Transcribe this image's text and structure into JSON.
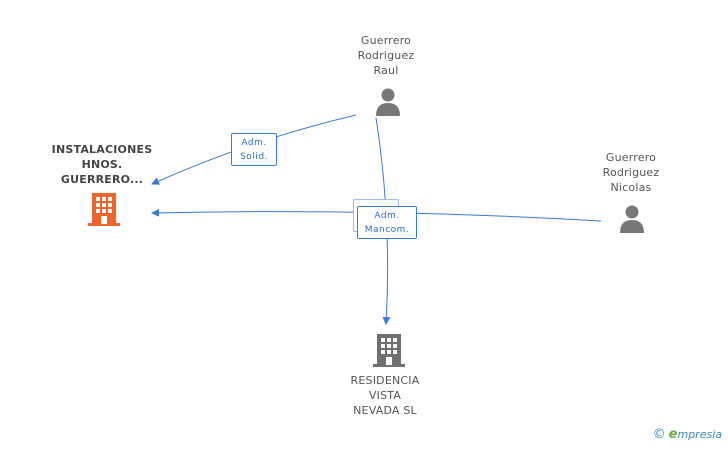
{
  "nodes": {
    "person_raul": {
      "label": "Guerrero\nRodriguez\nRaul",
      "type": "person"
    },
    "person_nicolas": {
      "label": "Guerrero\nRodriguez\nNicolas",
      "type": "person"
    },
    "company_instalaciones": {
      "label": "INSTALACIONES\nHNOS.\nGUERRERO...",
      "type": "company",
      "color": "#f0642c"
    },
    "company_residencia": {
      "label": "RESIDENCIA\nVISTA\nNEVADA SL",
      "type": "company",
      "color": "#707070"
    }
  },
  "relations": {
    "adm_solid": {
      "line1": "Adm.",
      "line2": "Solid."
    },
    "adm_mancom": {
      "line1": "Adm.",
      "line2": "Mancom."
    }
  },
  "colors": {
    "edge": "#3a7bd5",
    "person_icon": "#777777",
    "company_highlight": "#f0642c",
    "company_default": "#707070"
  },
  "brand": {
    "copyright": "©",
    "initial": "e",
    "name": "mpresia"
  }
}
